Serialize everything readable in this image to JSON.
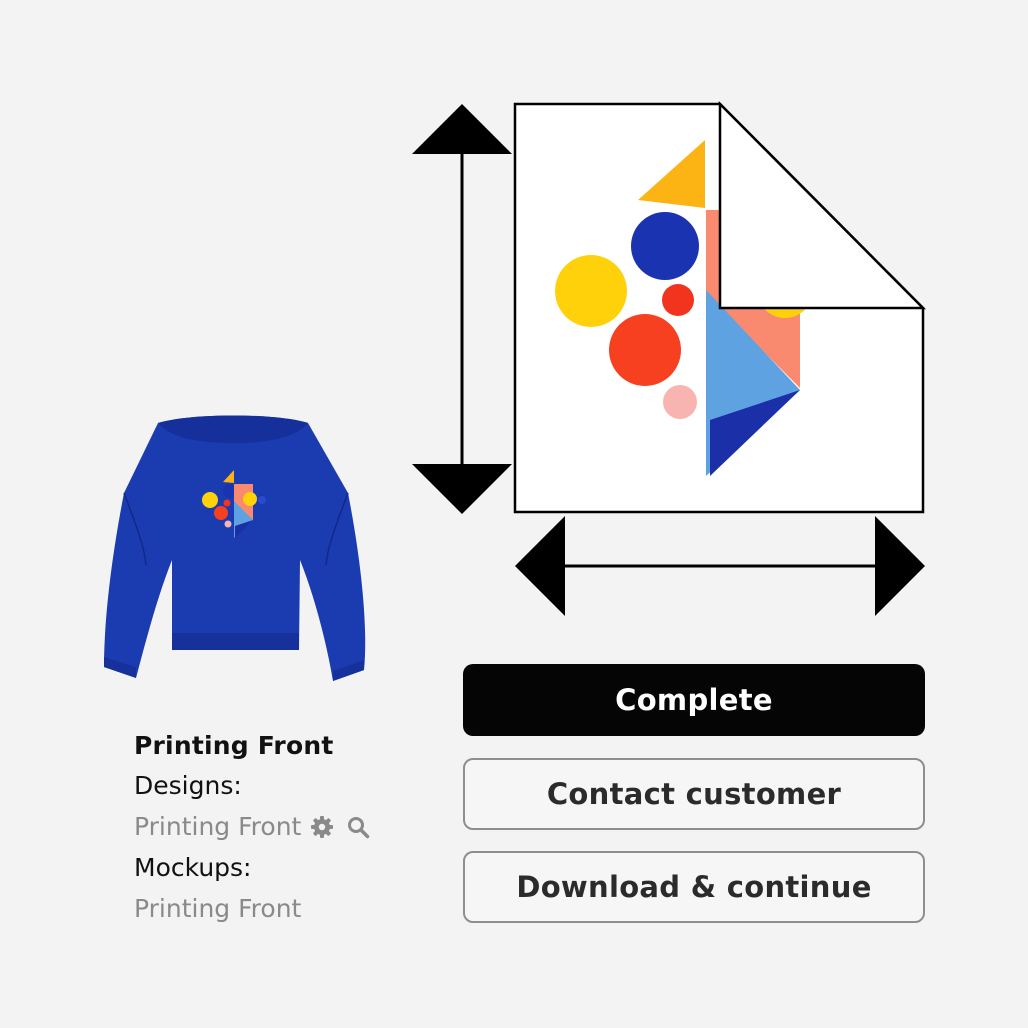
{
  "product": {
    "title": "Printing Front",
    "designs_label": "Designs:",
    "design_file": "Printing Front",
    "mockups_label": "Mockups:",
    "mockup_file": "Printing Front",
    "color": "#1b3bb0"
  },
  "actions": {
    "complete": "Complete",
    "contact": "Contact customer",
    "download": "Download & continue"
  },
  "icons": {
    "settings": "gear-icon",
    "preview": "search-icon"
  }
}
